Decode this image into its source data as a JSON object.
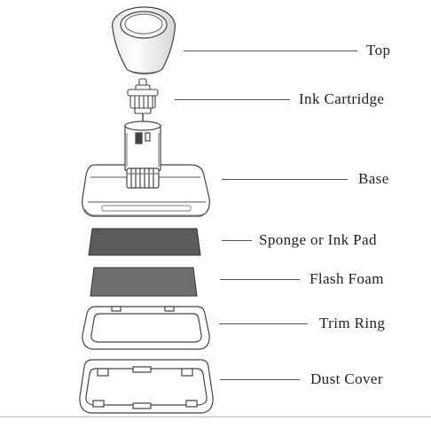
{
  "labels": {
    "top": "Top",
    "ink_cartridge": "Ink Cartridge",
    "base": "Base",
    "sponge_ink_pad": "Sponge or Ink Pad",
    "flash_foam": "Flash Foam",
    "trim_ring": "Trim Ring",
    "dust_cover": "Dust Cover"
  },
  "colors": {
    "line": "#555555",
    "text": "#222222",
    "sponge_fill": "#5b5b5b",
    "foam_fill": "#6e6e6e"
  }
}
